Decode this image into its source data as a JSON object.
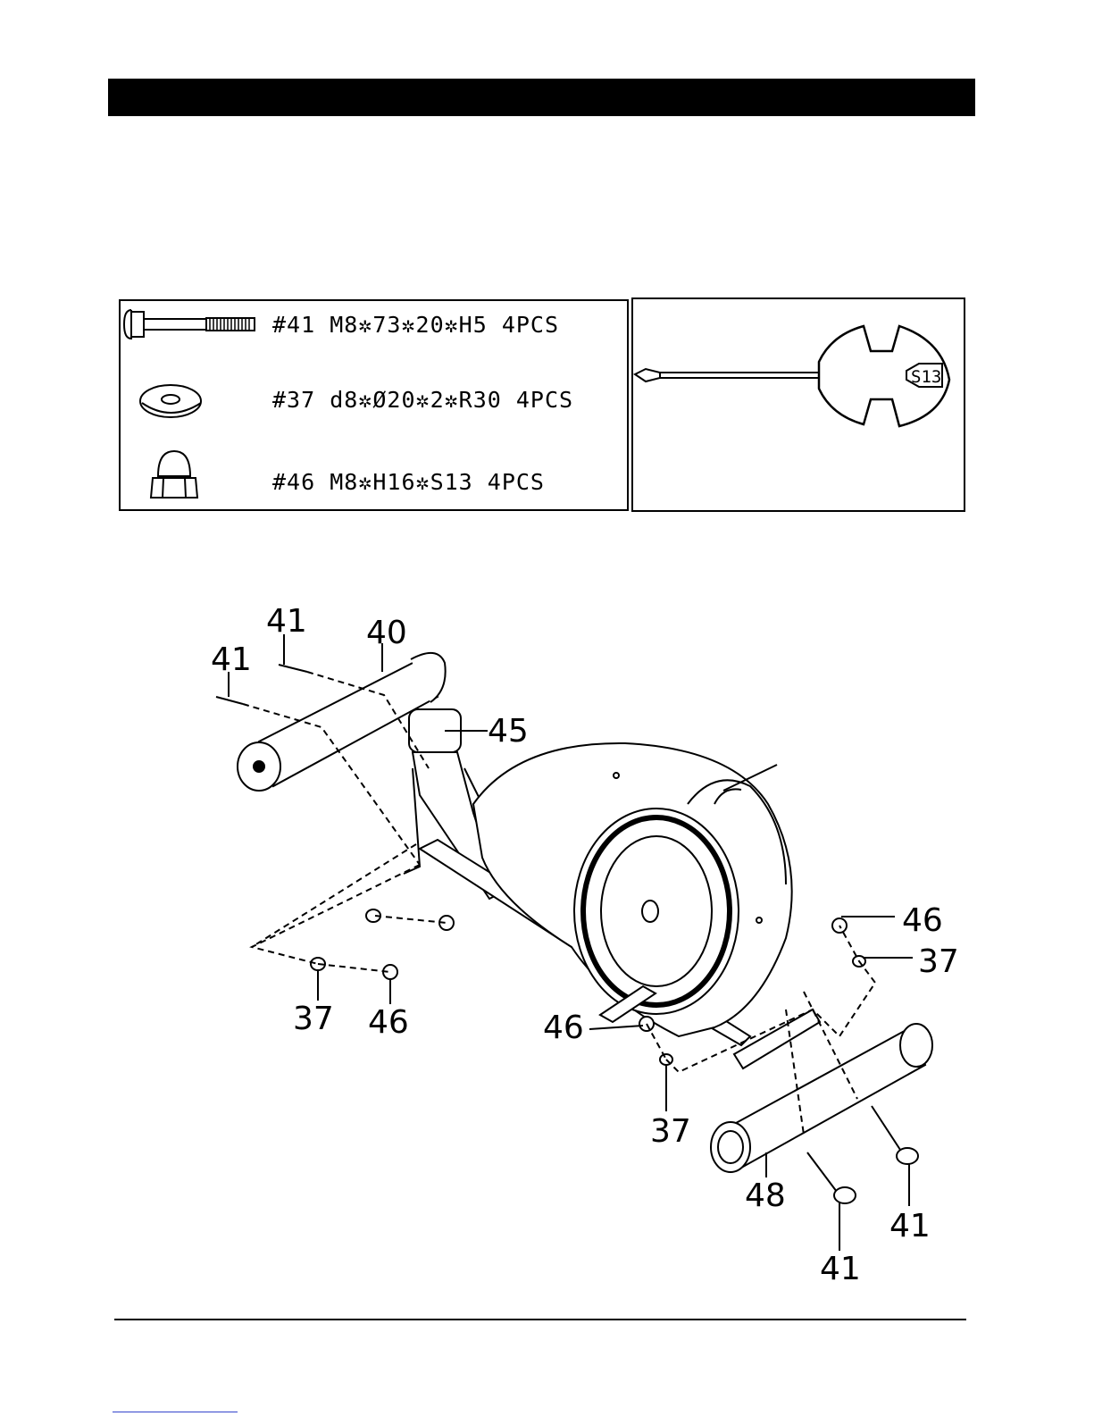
{
  "hardware": [
    {
      "id": "41",
      "icon": "carriage-bolt-icon",
      "text": "#41 M8✲73✲20✲H5 4PCS"
    },
    {
      "id": "37",
      "icon": "curved-washer-icon",
      "text": "#37 d8✲Ø20✲2✲R30 4PCS"
    },
    {
      "id": "46",
      "icon": "cap-nut-icon",
      "text": "#46 M8✲H16✲S13 4PCS"
    }
  ],
  "tool": {
    "icon": "wrench-screwdriver-icon",
    "label": "S13"
  },
  "callouts": {
    "c41a": "41",
    "c41b": "41",
    "c40": "40",
    "c45": "45",
    "c46a": "46",
    "c37a": "37",
    "c37b": "37",
    "c46b": "46",
    "c46c": "46",
    "c37c": "37",
    "c48": "48",
    "c41c": "41",
    "c41d": "41"
  }
}
